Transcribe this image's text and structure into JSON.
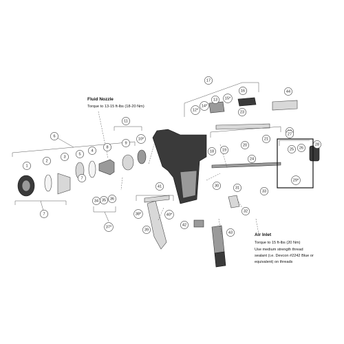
{
  "notes": {
    "fluid_nozzle": {
      "title": "Fluid Nozzle",
      "line1": "Torque to 13-15 ft-lbs (18-20 Nm)"
    },
    "air_inlet": {
      "title": "Air Inlet",
      "line1": "Torque to 15 ft-lbs (20 Nm)",
      "line2": "Use medium strength thread",
      "line3": "sealant (i.e. Devcon #2242 Blue or",
      "line4": "equivalent) on threads"
    }
  },
  "callouts": [
    "1",
    "2",
    "3",
    "4",
    "5",
    "6",
    "7",
    "7",
    "8",
    "9",
    "10*",
    "11",
    "12*",
    "13",
    "14*",
    "15*",
    "16",
    "17",
    "18",
    "19",
    "20",
    "21",
    "22",
    "23",
    "24",
    "25",
    "26",
    "27",
    "28",
    "29*",
    "30",
    "31",
    "32",
    "33",
    "34",
    "35",
    "36",
    "37*",
    "38*",
    "39",
    "40*",
    "41",
    "42",
    "43",
    "44"
  ]
}
